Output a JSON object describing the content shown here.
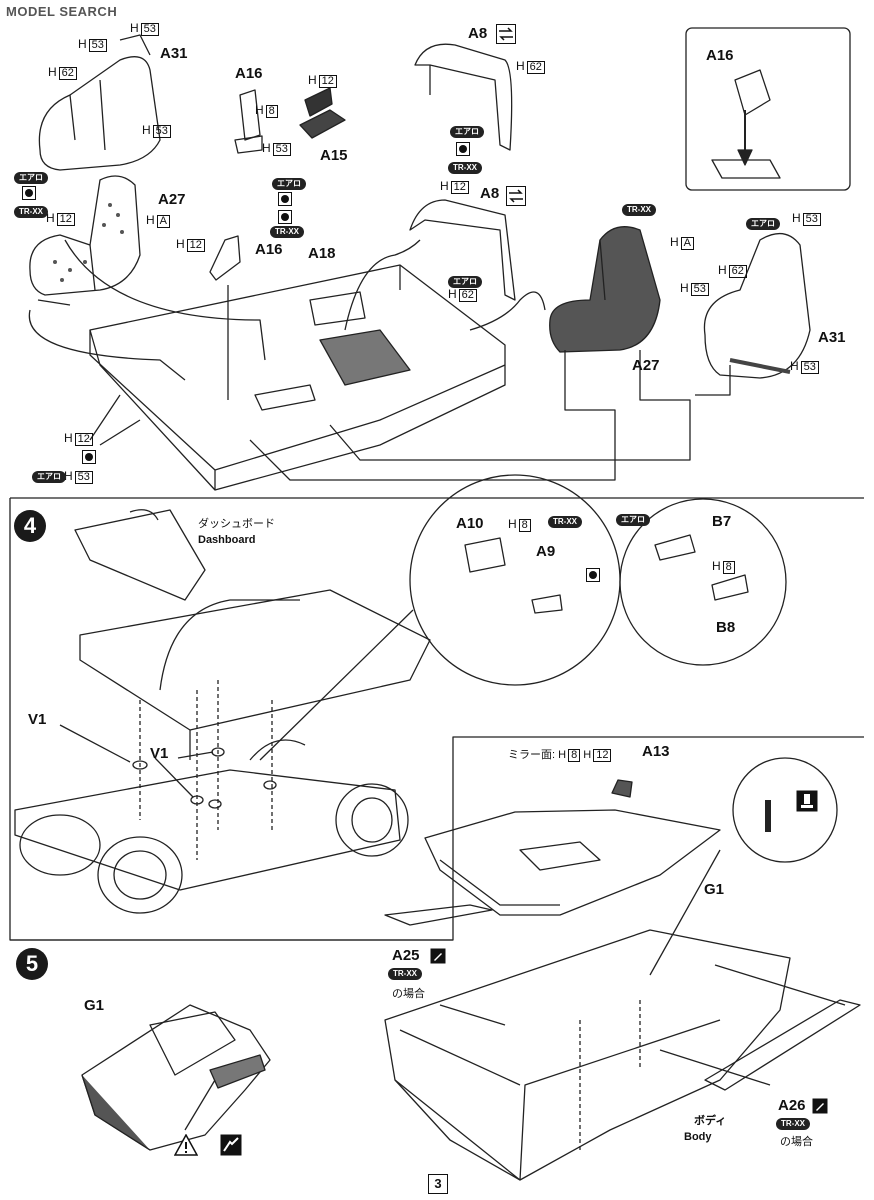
{
  "watermark": "MODEL SEARCH",
  "page_number": "3",
  "step3": {
    "labels": [
      "A31",
      "A16",
      "A15",
      "A8",
      "A27",
      "A16",
      "A18",
      "A8",
      "A27",
      "A31",
      "A16"
    ],
    "h_labels": [
      {
        "h": "H",
        "n": "53"
      },
      {
        "h": "H",
        "n": "53"
      },
      {
        "h": "H",
        "n": "62"
      },
      {
        "h": "H",
        "n": "53"
      },
      {
        "h": "H",
        "n": "12"
      },
      {
        "h": "H",
        "n": "8"
      },
      {
        "h": "H",
        "n": "53"
      },
      {
        "h": "H",
        "n": "62"
      },
      {
        "h": "H",
        "n": "12"
      },
      {
        "h": "H",
        "n": "A"
      },
      {
        "h": "H",
        "n": "12"
      },
      {
        "h": "H",
        "n": "12"
      },
      {
        "h": "H",
        "n": "62"
      },
      {
        "h": "H",
        "n": "A"
      },
      {
        "h": "H",
        "n": "53"
      },
      {
        "h": "H",
        "n": "62"
      },
      {
        "h": "H",
        "n": "53"
      },
      {
        "h": "H",
        "n": "53"
      },
      {
        "h": "H",
        "n": "12"
      },
      {
        "h": "H",
        "n": "53"
      }
    ],
    "variants": [
      "エアロ",
      "TR-XX",
      "エアロ",
      "TR-XX",
      "エアロ",
      "TR-XX",
      "エアロ",
      "TR-XX",
      "エアロ",
      "エアロ"
    ]
  },
  "step4": {
    "number": "4",
    "dashboard_jp": "ダッシュボード",
    "dashboard_en": "Dashboard",
    "labels": [
      "A10",
      "A9",
      "B7",
      "B8",
      "V1",
      "V1",
      "A13",
      "G1",
      "A25",
      "A26"
    ],
    "h_labels": [
      {
        "h": "H",
        "n": "8"
      },
      {
        "h": "H",
        "n": "8"
      },
      {
        "h": "H",
        "n": "8"
      },
      {
        "h": "H",
        "n": "12"
      }
    ],
    "mirror_label": "ミラー面:",
    "variants": [
      "TR-XX",
      "エアロ",
      "TR-XX",
      "TR-XX"
    ],
    "no_baai": "の場合",
    "body_jp": "ボディ",
    "body_en": "Body"
  },
  "step5": {
    "number": "5",
    "label": "G1"
  }
}
